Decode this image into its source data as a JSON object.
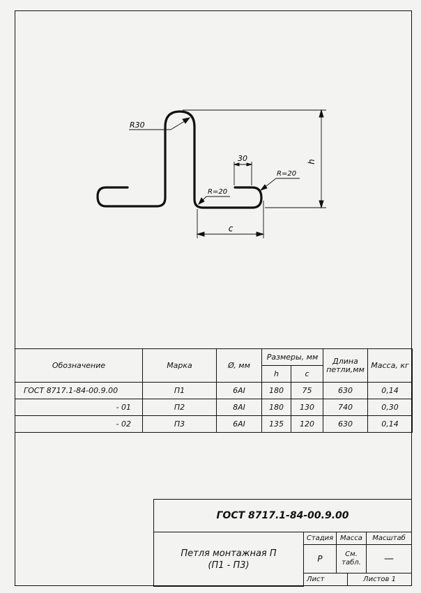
{
  "drawing": {
    "labels": {
      "r30": "R30",
      "r20_left": "R=20",
      "r20_right": "R=20",
      "dim_30": "30",
      "dim_h": "h",
      "dim_c": "c"
    }
  },
  "table": {
    "headers": {
      "designation": "Обозначение",
      "mark": "Марка",
      "diameter": "Ø, мм",
      "dimensions": "Размеры, мм",
      "h": "h",
      "c": "c",
      "length": "Длина петли,мм",
      "mass": "Масса, кг"
    },
    "rows": [
      {
        "designation": "ГОСТ 8717.1-84-00.9.00",
        "mark": "П1",
        "diameter": "6AI",
        "h": "180",
        "c": "75",
        "length": "630",
        "mass": "0,14"
      },
      {
        "designation": "- 01",
        "mark": "П2",
        "diameter": "8AI",
        "h": "180",
        "c": "130",
        "length": "740",
        "mass": "0,30"
      },
      {
        "designation": "- 02",
        "mark": "П3",
        "diameter": "6AI",
        "h": "135",
        "c": "120",
        "length": "630",
        "mass": "0,14"
      }
    ]
  },
  "title_block": {
    "code": "ГОСТ 8717.1-84-00.9.00",
    "name_line1": "Петля монтажная П",
    "name_line2": "(П1 - П3)",
    "stage_label": "Стадия",
    "mass_label": "Масса",
    "scale_label": "Масштаб",
    "stage_value": "Р",
    "mass_value_line1": "См.",
    "mass_value_line2": "табл.",
    "scale_value": "—",
    "sheet_label": "Лист",
    "sheets_label": "Листов 1"
  }
}
